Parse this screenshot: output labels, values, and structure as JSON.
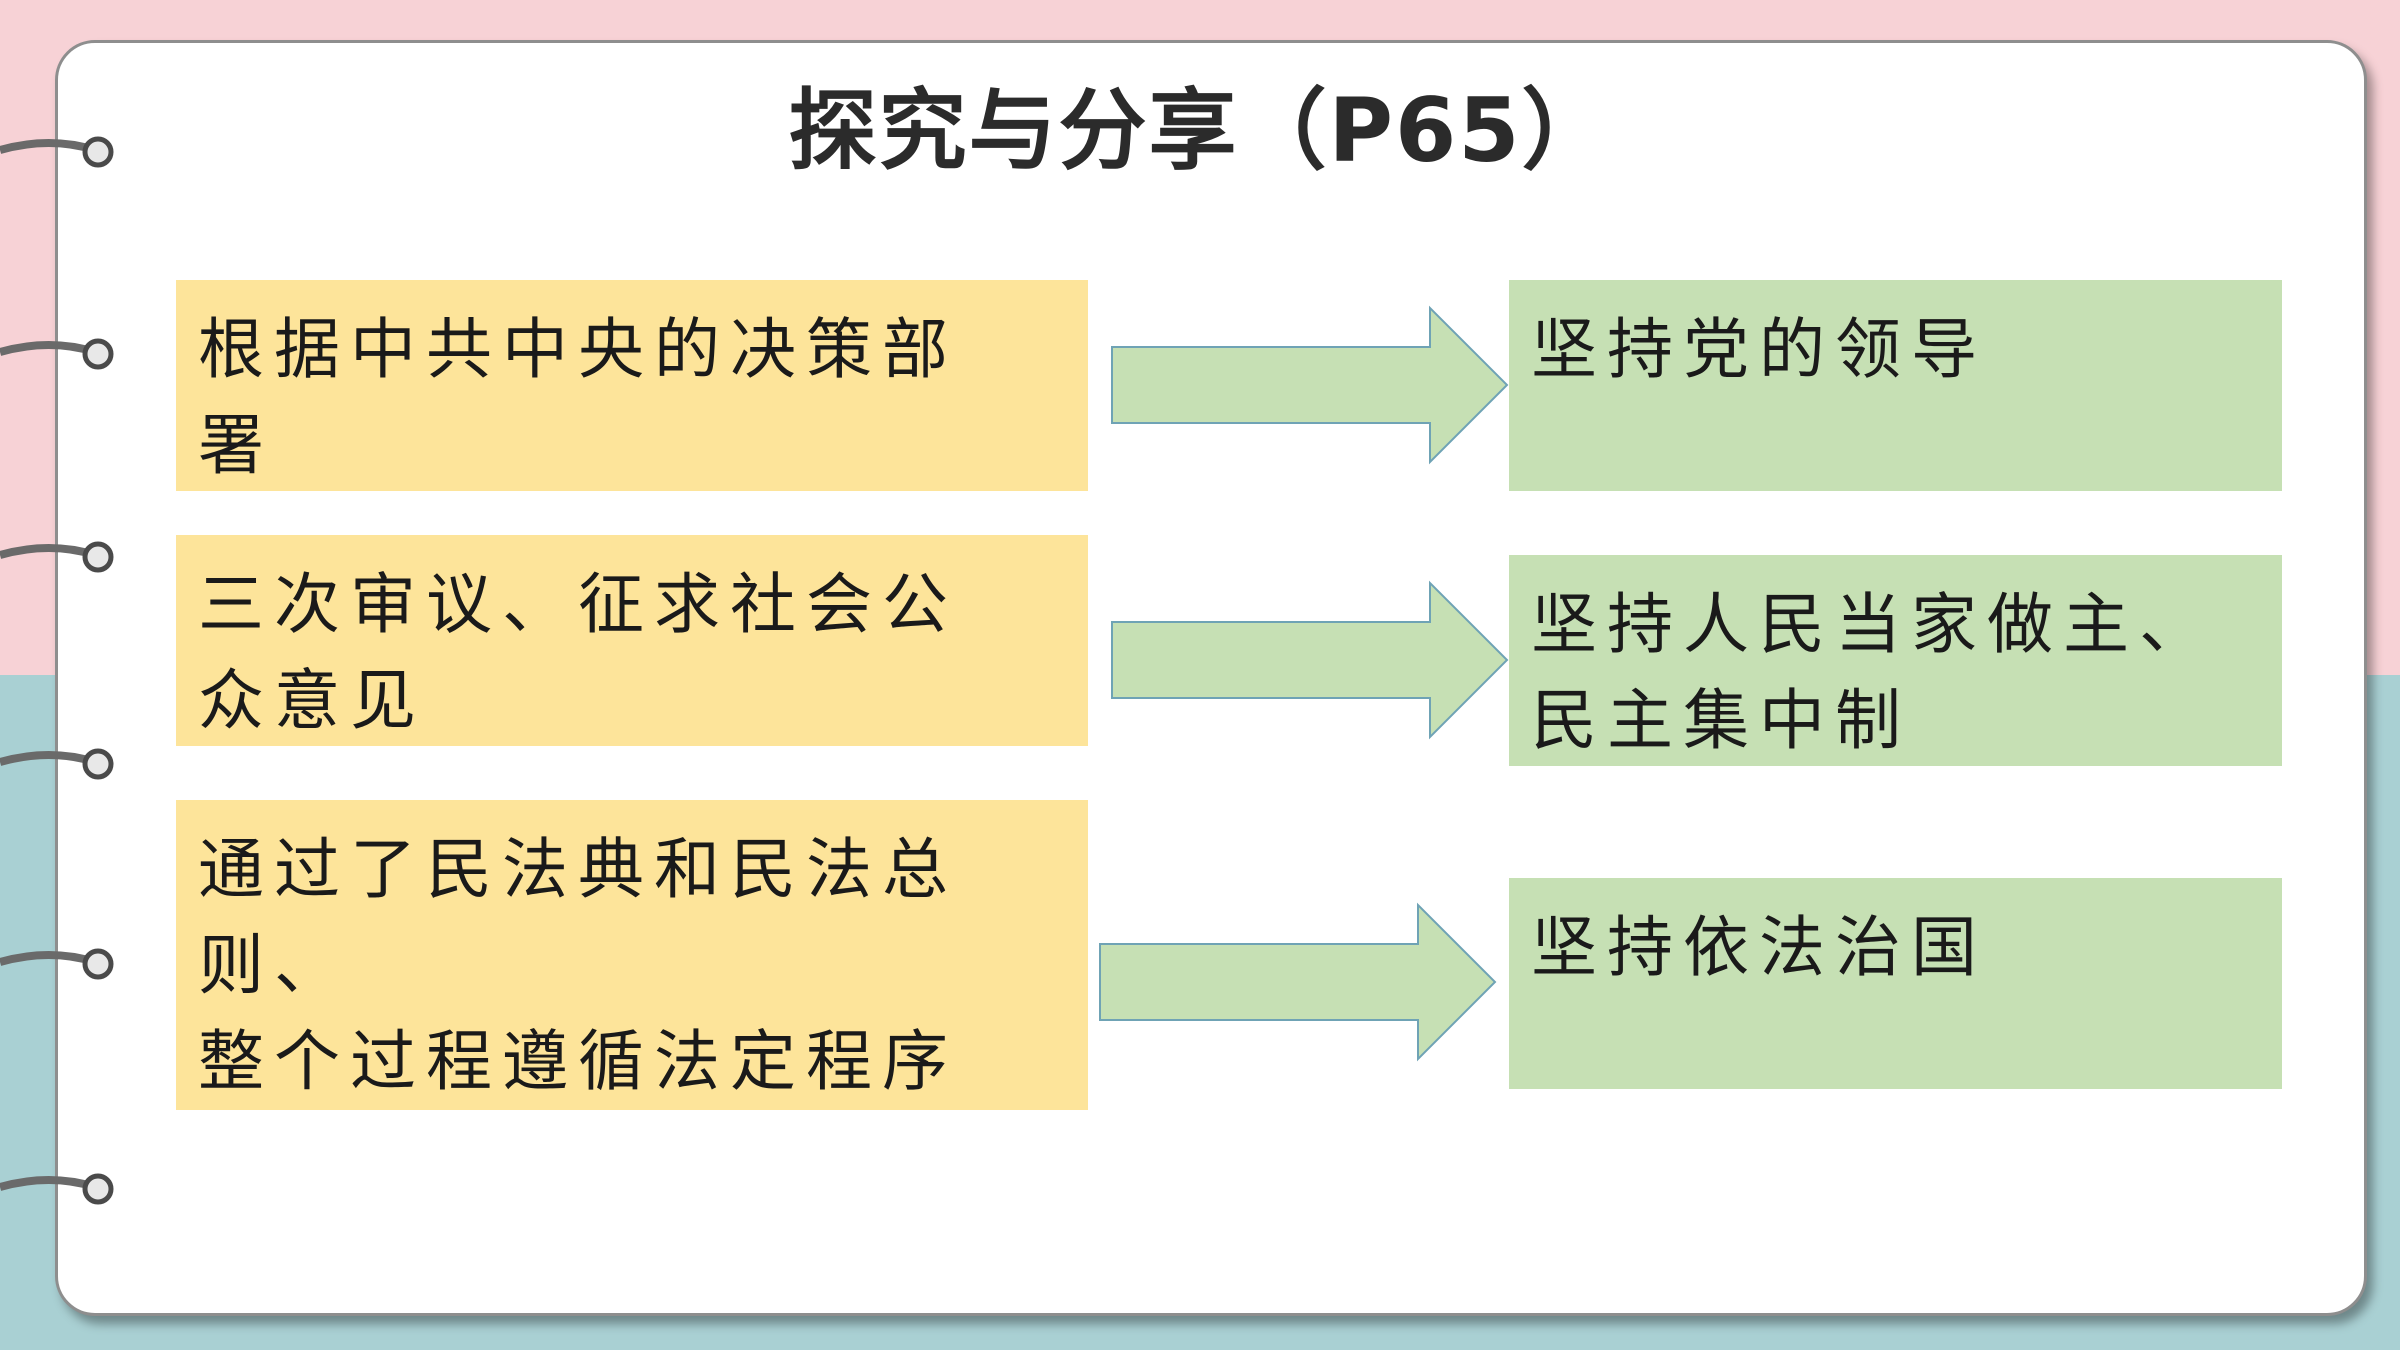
{
  "title": "探究与分享（P65）",
  "rows": [
    {
      "cause": "根据中共中央的决策部\n署",
      "principle": "坚持党的领导"
    },
    {
      "cause": "三次审议、征求社会公\n众意见",
      "principle": "坚持人民当家做主、\n民主集中制"
    },
    {
      "cause": "通过了民法典和民法总\n则、\n整个过程遵循法定程序",
      "principle": "坚持依法治国"
    }
  ],
  "colors": {
    "cause_box": "#fde49a",
    "principle_box": "#c6e0b4",
    "arrow_fill": "#c6e0b4",
    "arrow_stroke": "#6fa3b5"
  },
  "icons": [
    "notebook-ring-icon",
    "right-arrow-icon"
  ]
}
